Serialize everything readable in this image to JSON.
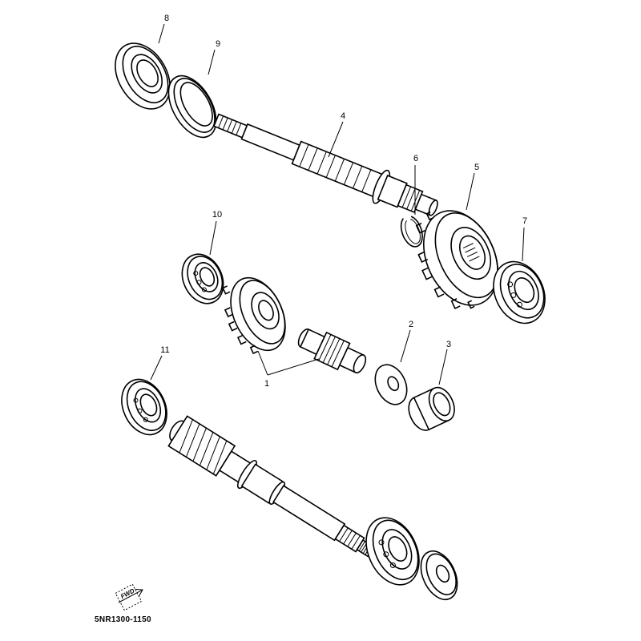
{
  "diagram": {
    "callouts": [
      "1",
      "2",
      "3",
      "4",
      "5",
      "6",
      "7",
      "8",
      "9",
      "10",
      "11"
    ],
    "drawing_code": "5NR1300-1150",
    "direction_mark": "FWD"
  }
}
